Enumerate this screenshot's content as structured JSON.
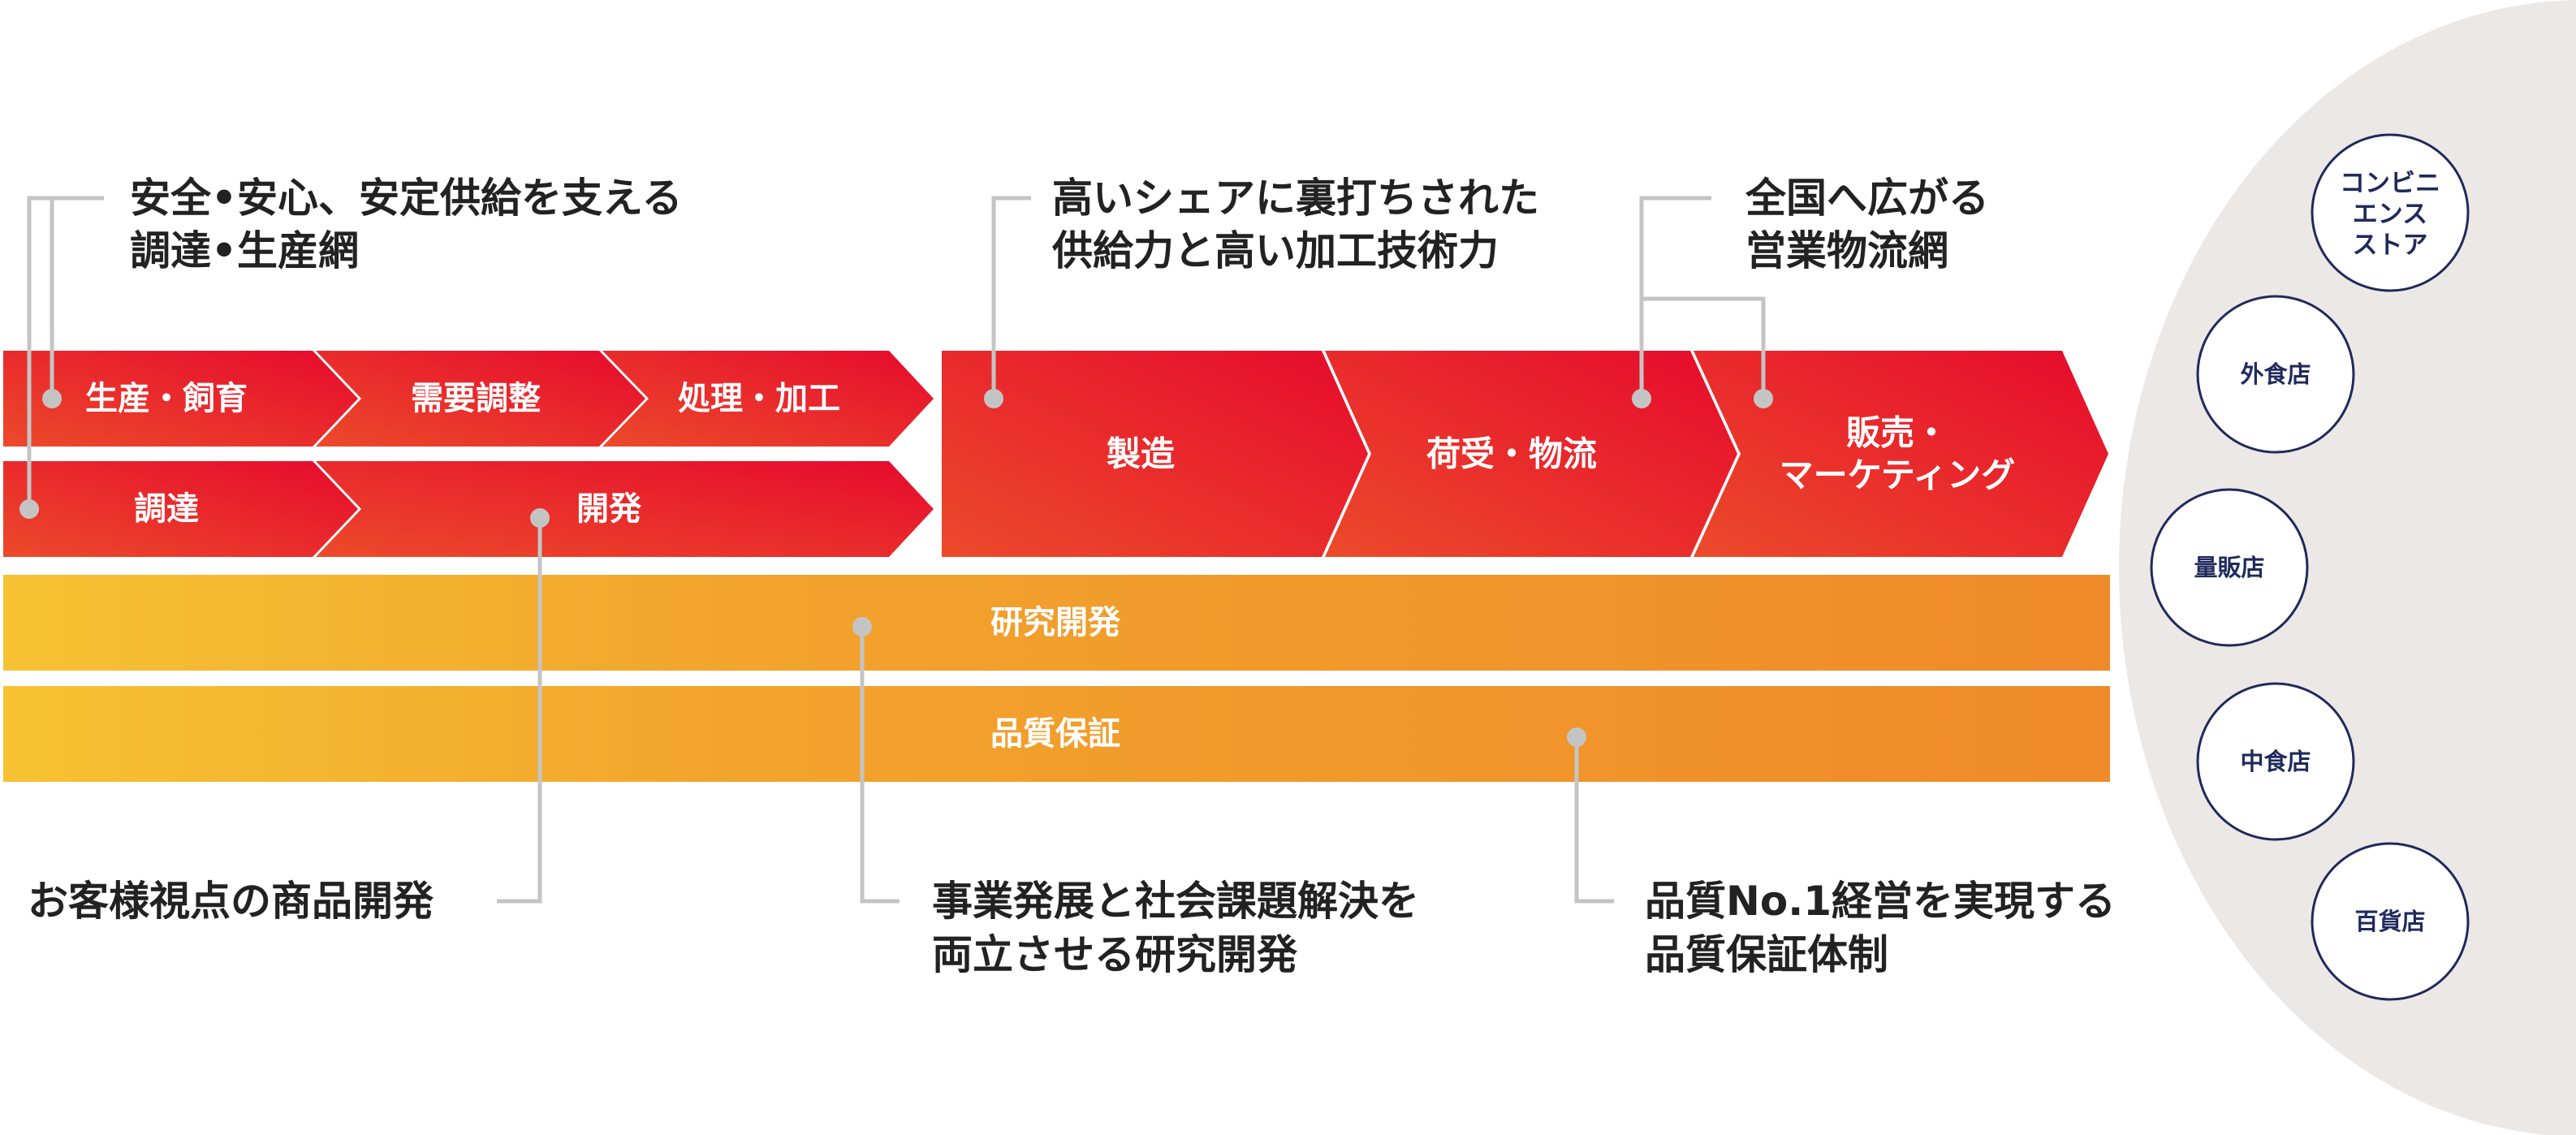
{
  "colors": {
    "red": "#e60a2c",
    "red_orange": "#ec4a2b",
    "orange": "#ef8a2a",
    "yellow": "#f6c233",
    "connector": "#c4c4c4",
    "navy": "#1f2a5c",
    "customer_area": "#ece8e5"
  },
  "chain": {
    "row1": [
      "生産・飼育",
      "需要調整",
      "処理・加工"
    ],
    "row2": [
      "調達",
      "開発"
    ],
    "large": [
      "製造",
      "荷受・物流"
    ],
    "sales": [
      "販売・",
      "マーケティング"
    ]
  },
  "bands": {
    "rnd": "研究開発",
    "qa": "品質保証"
  },
  "annotations": {
    "supply": [
      "安全•安心、安定供給を支える",
      "調達•生産網"
    ],
    "share": [
      "高いシェアに裏打ちされた",
      "供給力と高い加工技術力"
    ],
    "network": [
      "全国へ広がる",
      "営業物流網"
    ],
    "customer": [
      "お客様視点の商品開発"
    ],
    "research": [
      "事業発展と社会課題解決を",
      "両立させる研究開発"
    ],
    "quality": [
      "品質No.1経営を実現する",
      "品質保証体制"
    ]
  },
  "customers": {
    "convenience": [
      "コンビニ",
      "エンス",
      "ストア"
    ],
    "dining_out": "外食店",
    "mass_retail": "量販店",
    "ready_meals": "中食店",
    "department": "百貨店"
  }
}
